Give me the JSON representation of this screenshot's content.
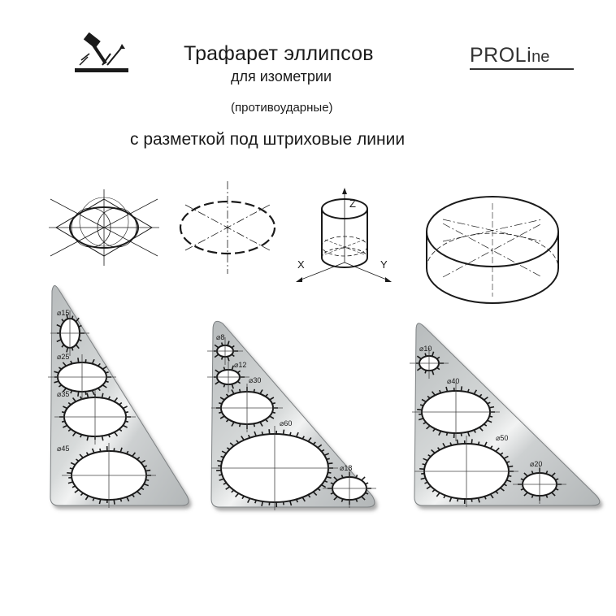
{
  "header": {
    "title": "Трафарет эллипсов",
    "subtitle": "для изометрии",
    "note": "(противоударные)",
    "tagline": "с разметкой под штриховые линии"
  },
  "brand": {
    "name_main": "PROL",
    "name_i": "i",
    "name_rest": "ne",
    "icon": "hammer-impact-icon"
  },
  "diagrams": {
    "axis_x": "X",
    "axis_y": "Y",
    "axis_z": "Z"
  },
  "stencils": [
    {
      "name": "stencil-left",
      "labels": [
        "15",
        "25",
        "35",
        "45"
      ]
    },
    {
      "name": "stencil-middle",
      "labels": [
        "8",
        "12",
        "30",
        "60",
        "18"
      ]
    },
    {
      "name": "stencil-right",
      "labels": [
        "10",
        "40",
        "50",
        "20"
      ]
    }
  ],
  "colors": {
    "stencil_fill": "#c9cccd",
    "stencil_highlight": "#eef0f0",
    "ink": "#1a1a1a"
  }
}
